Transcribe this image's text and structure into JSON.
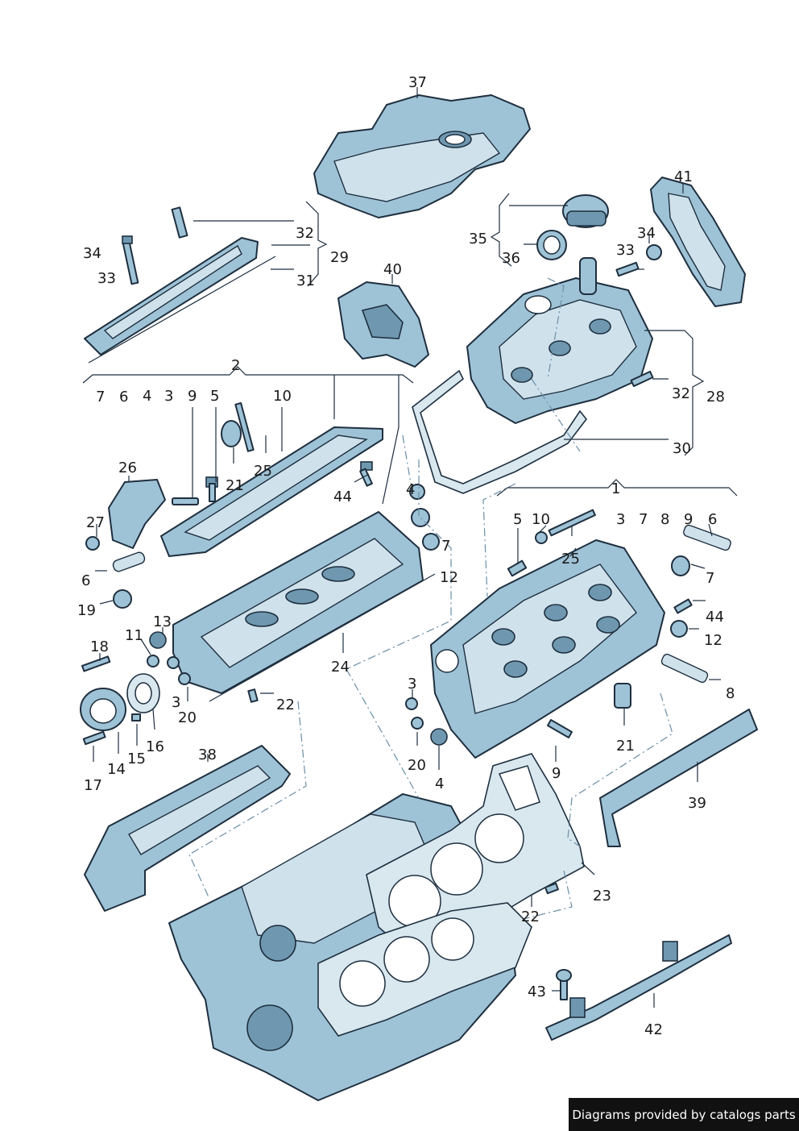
{
  "callouts": {
    "c37": "37",
    "c41": "41",
    "c32a": "32",
    "c29": "29",
    "c31": "31",
    "c34a": "34",
    "c33a": "33",
    "c40": "40",
    "c35": "35",
    "c36": "36",
    "c34b": "34",
    "c33b": "33",
    "c32b": "32",
    "c28": "28",
    "c30": "30",
    "c2": "2",
    "c7a": "7",
    "c6a": "6",
    "c4a": "4",
    "c3a": "3",
    "c9a": "9",
    "c5a": "5",
    "c10a": "10",
    "c26": "26",
    "c21a": "21",
    "c25a": "25",
    "c44a": "44",
    "c4b": "4",
    "c7b": "7",
    "c12a": "12",
    "c27": "27",
    "c6b": "6",
    "c19": "19",
    "c13": "13",
    "c11": "11",
    "c18": "18",
    "c3b": "3",
    "c20a": "20",
    "c24": "24",
    "c22a": "22",
    "c16": "16",
    "c15": "15",
    "c14": "14",
    "c17": "17",
    "c1": "1",
    "c5b": "5",
    "c10b": "10",
    "c3c": "3",
    "c7c": "7",
    "c8a": "8",
    "c9b": "9",
    "c6c": "6",
    "c25b": "25",
    "c7d": "7",
    "c44b": "44",
    "c12b": "12",
    "c8b": "8",
    "c3d": "3",
    "c21b": "21",
    "c20b": "20",
    "c4c": "4",
    "c9c": "9",
    "c38": "38",
    "c39": "39",
    "c23": "23",
    "c22b": "22",
    "c43": "43",
    "c42": "42"
  },
  "footer": {
    "text": "Diagrams provided by catalogs parts"
  }
}
